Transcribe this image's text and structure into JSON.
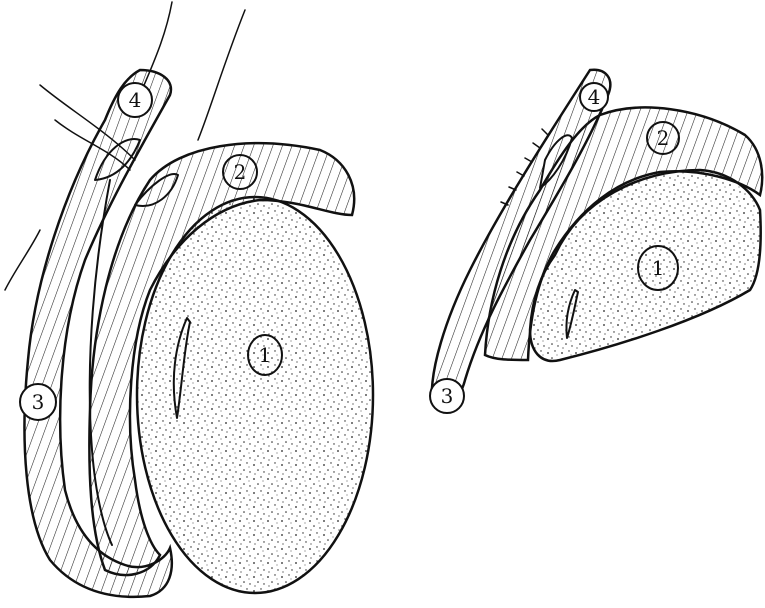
{
  "left_figure": {
    "labels": {
      "testis": "1",
      "epididymis": "2",
      "vas_deferens": "3",
      "vessel_top": "4"
    }
  },
  "right_figure": {
    "labels": {
      "testis": "1",
      "epididymis": "2",
      "vas_deferens": "3",
      "vessel_top": "4"
    }
  },
  "colors": {
    "ink": "#111111",
    "paper": "#ffffff"
  }
}
